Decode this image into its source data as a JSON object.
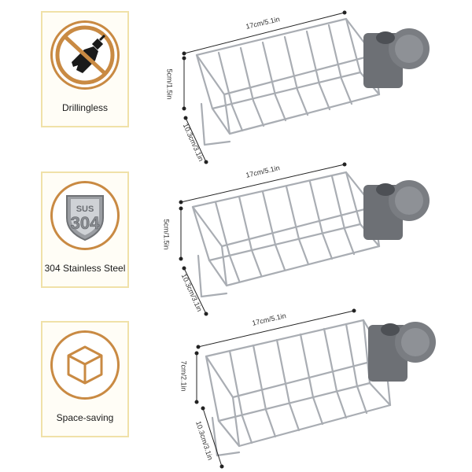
{
  "features": [
    {
      "label": "Drillingless",
      "icon": "no-drill-icon"
    },
    {
      "label": "304 Stainless Steel",
      "icon": "sus304-shield-icon",
      "badge_top": "SUS",
      "badge_main": "304"
    },
    {
      "label": "Space-saving",
      "icon": "cube-icon"
    }
  ],
  "racks": [
    {
      "width": "17cm/5.1in",
      "height": "5cm/1.5in",
      "depth": "10.3cm/3.1in"
    },
    {
      "width": "17cm/5.1in",
      "height": "5cm/1.5in",
      "depth": "10.3cm/3.1in"
    },
    {
      "width": "17cm/5.1in",
      "height": "7cm/2.1in",
      "depth": "10.3cm/3.1in"
    }
  ],
  "colors": {
    "card_border": "#f0e1a8",
    "badge_ring": "#c98a43",
    "steel": "#a9adb3",
    "clamp": "#6d7075"
  }
}
